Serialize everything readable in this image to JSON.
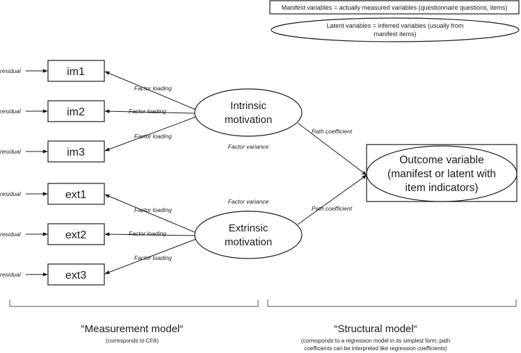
{
  "legend": {
    "manifest": "Manifest variables = actually measured variables (questionnaire questions, items)",
    "latent_line1": "Latent variables = inferred variables (usually from",
    "latent_line2": "manifest items)"
  },
  "indicators": [
    {
      "label": "im1",
      "residual": "residual"
    },
    {
      "label": "im2",
      "residual": "residual"
    },
    {
      "label": "im3",
      "residual": "residual"
    },
    {
      "label": "ext1",
      "residual": "residual"
    },
    {
      "label": "ext2",
      "residual": "residual"
    },
    {
      "label": "ext3",
      "residual": "residual"
    }
  ],
  "latent": {
    "intrinsic": {
      "line1": "Intrinsic",
      "line2": "motivation"
    },
    "extrinsic": {
      "line1": "Extrinsic",
      "line2": "motivation"
    }
  },
  "labels": {
    "factor_loading": "Factor loading",
    "factor_variance": "Factor variance",
    "path_coefficient": "Path coefficient"
  },
  "outcome": {
    "line1": "Outcome variable",
    "line2": "(manifest or latent with",
    "line3": "item indicators)"
  },
  "sections": {
    "measurement_title": "“Measurement model“",
    "measurement_note": "(corresponds to CFA)",
    "structural_title": "“Structural model“",
    "structural_note1": "(corresponds to a regression model in its simplest form; path",
    "structural_note2": "coefficients can be interpreted like regression coefficients)"
  }
}
